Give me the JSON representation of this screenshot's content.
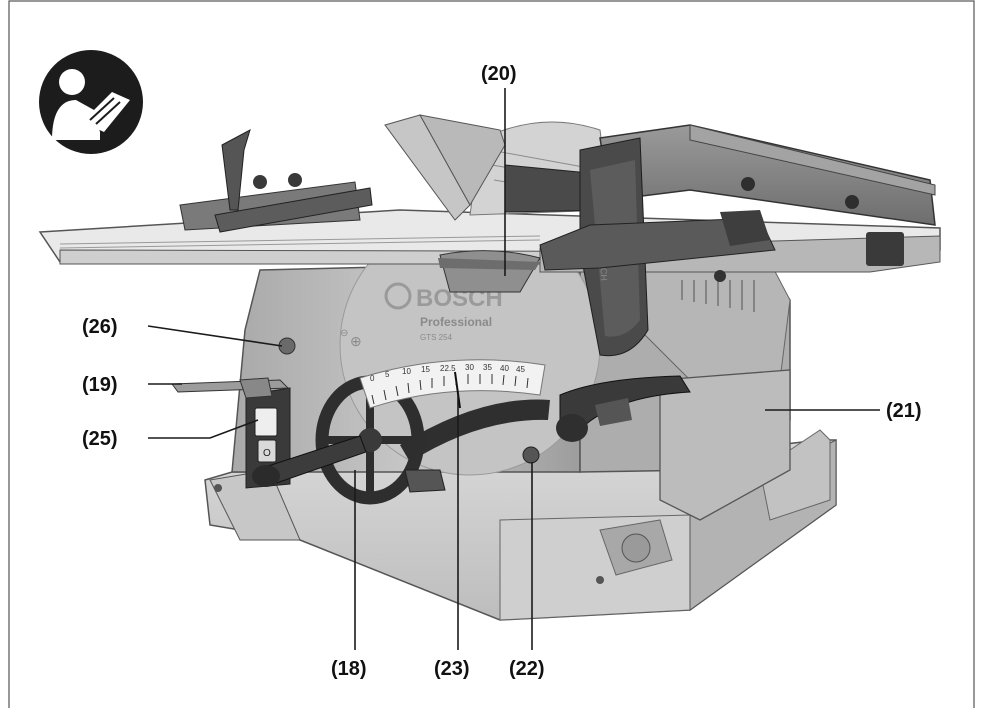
{
  "figure": {
    "brand": "BOSCH",
    "product_line": "Professional",
    "model": "GTS 254",
    "bevel_scale": [
      "0",
      "5",
      "10",
      "15",
      "22.5",
      "30",
      "35",
      "40",
      "45"
    ],
    "icon": "read-manual-icon",
    "colors": {
      "frame": "#555555",
      "body": "#b9b9b9",
      "dark": "#3e3e3e",
      "table": "#e6e6e6"
    }
  },
  "callouts": {
    "c18": "(18)",
    "c19": "(19)",
    "c20": "(20)",
    "c21": "(21)",
    "c22": "(22)",
    "c23": "(23)",
    "c25": "(25)",
    "c26": "(26)"
  }
}
